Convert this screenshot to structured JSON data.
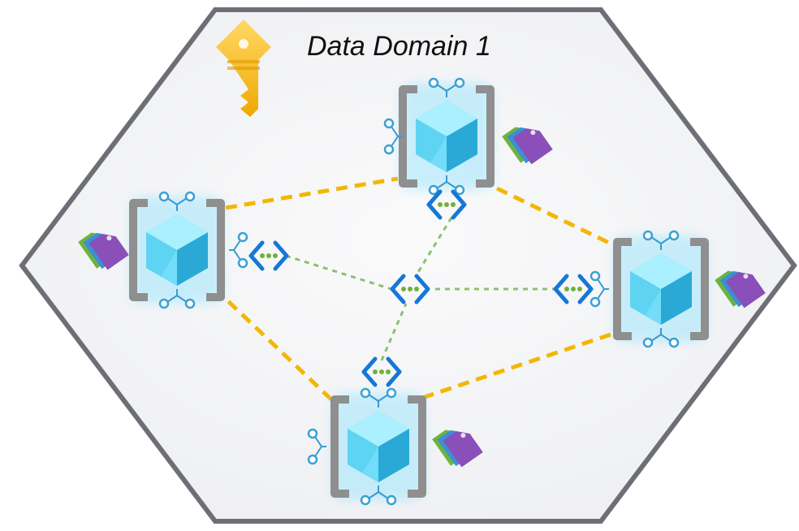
{
  "domain": {
    "title": "Data Domain 1"
  },
  "icons": {
    "domain_key": "key-icon",
    "node": "data-product-icon",
    "tag": "tag-icon",
    "endpoint": "private-endpoint-icon"
  },
  "nodes": [
    {
      "id": "top"
    },
    {
      "id": "left"
    },
    {
      "id": "right"
    },
    {
      "id": "bottom"
    }
  ],
  "links": {
    "peer_links": [
      [
        "left",
        "top"
      ],
      [
        "top",
        "right"
      ],
      [
        "right",
        "bottom"
      ],
      [
        "bottom",
        "left"
      ]
    ],
    "private_links": [
      [
        "left",
        "center"
      ],
      [
        "top",
        "center"
      ],
      [
        "right",
        "center"
      ],
      [
        "bottom",
        "center"
      ]
    ]
  },
  "colors": {
    "border": "#6e6f76",
    "peer_link": "#f2b705",
    "private_link": "#8cc06e",
    "cube_light": "#aaf0ff",
    "cube_mid": "#5ed5f5",
    "cube_dark": "#2aa9d6",
    "bracket": "#8f8f8f",
    "key": "#f6be2a",
    "endpoint_arrow": "#1677d6",
    "endpoint_dot": "#6fb23a"
  }
}
